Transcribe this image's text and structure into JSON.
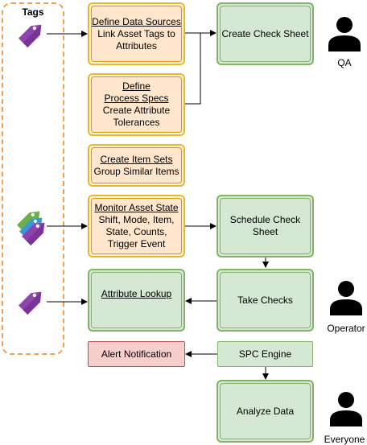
{
  "tags_group": {
    "title": "Tags"
  },
  "nodes": {
    "define_sources": {
      "title": "Define Data Sources",
      "body": "Link Asset Tags to Attributes"
    },
    "define_process": {
      "title": "Define Process Specs",
      "body": "Create Attribute Tolerances"
    },
    "create_item_sets": {
      "title": "Create Item Sets",
      "body": "Group Similar Items"
    },
    "monitor_asset": {
      "title": "Monitor Asset State",
      "body": "Shift, Mode, Item, State, Counts, Trigger Event"
    },
    "attribute_lookup": {
      "title": "Attribute Lookup"
    },
    "alert_notification": {
      "label": "Alert Notification"
    },
    "create_check_sheet": {
      "label": "Create Check Sheet"
    },
    "schedule_check_sheet": {
      "label": "Schedule Check Sheet"
    },
    "take_checks": {
      "label": "Take Checks"
    },
    "spc_engine": {
      "label": "SPC Engine"
    },
    "analyze_data": {
      "label": "Analyze Data"
    }
  },
  "roles": {
    "qa": "QA",
    "operator": "Operator",
    "everyone": "Everyone"
  },
  "colors": {
    "orange_fill": "#ffe6cc",
    "orange_stroke": "#d6a000",
    "green_fill": "#d5e8d4",
    "green_stroke": "#82b366",
    "red_fill": "#f8cecc",
    "red_stroke": "#b85450",
    "tag_purple": "#8e44ad",
    "tag_green": "#6ab04c",
    "tag_blue": "#3498db",
    "group_dash": "#f0a050"
  },
  "icons": [
    "tag-icon",
    "stacked-tags-icon",
    "user-icon"
  ]
}
